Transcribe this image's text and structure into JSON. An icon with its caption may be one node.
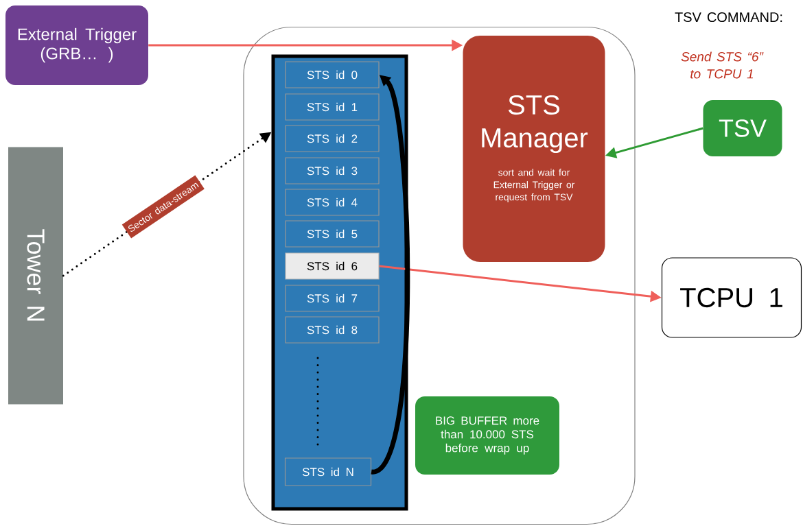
{
  "diagram": {
    "nodes": [
      {
        "text": [
          "External Trigger (GRB… )"
        ]
      },
      {
        "text": [],
        "shape": "box"
      },
      {
        "text": [],
        "shape": "bar",
        "in": 1
      },
      {
        "text": [
          "STS id 0"
        ],
        "in": 2
      },
      {
        "text": [
          "STS id 1"
        ],
        "in": 2
      },
      {
        "text": [
          "STS id 2"
        ],
        "in": 2
      },
      {
        "text": [
          "STS id 3"
        ],
        "in": 2
      },
      {
        "text": [
          "STS id 4"
        ],
        "in": 2
      },
      {
        "text": [
          "STS id 5"
        ],
        "in": 2
      },
      {
        "text": [
          "STS id 6"
        ],
        "in": 2
      },
      {
        "text": [
          "STS id 7"
        ],
        "in": 2
      },
      {
        "text": [
          "STS id 8"
        ],
        "in": 2
      },
      {
        "text": [
          "STS id N"
        ],
        "in": 2
      },
      {
        "text": [
          "STS Manager",
          "sort and wait for External Trigger or request from TSV"
        ],
        "in": 1
      },
      {
        "text": [
          "BIG BUFFER more than 10.000 STS before wrap up"
        ],
        "in": 1
      },
      {
        "text": [
          "TSV"
        ]
      },
      {
        "text": [
          "TCPU 1"
        ]
      },
      {
        "text": [
          "Tower N"
        ]
      }
    ],
    "edges": [
      {
        "from": 0,
        "to": 13,
        "arrow": "to",
        "color": "#ef5f5a"
      },
      {
        "from": 17,
        "to": 2,
        "arrow": "to",
        "style": "dashed",
        "color": "#000000",
        "label": "Sector data-stream"
      },
      {
        "from": 15,
        "to": 13,
        "arrow": "to",
        "color": "#2e9b33"
      },
      {
        "from": 9,
        "to": 16,
        "arrow": "to",
        "color": "#ef5f5a"
      },
      {
        "from": 12,
        "to": 3,
        "arrow": "to",
        "style": "thick",
        "color": "#000000"
      }
    ],
    "labels": [
      "TSV COMMAND:",
      "*Send STS “6” to TCPU 1*"
    ]
  }
}
